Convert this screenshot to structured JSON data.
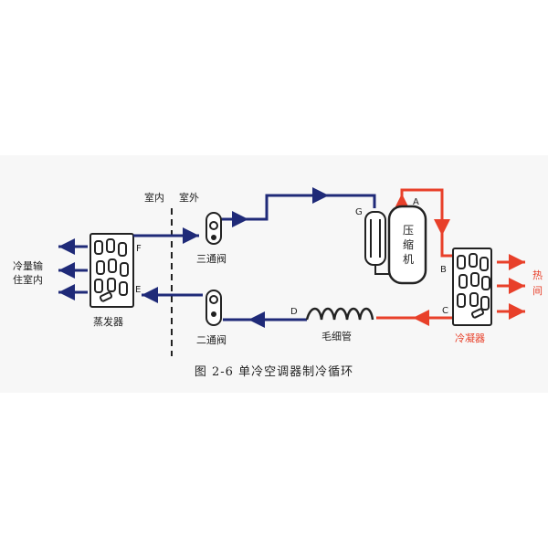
{
  "figure": {
    "caption": "图 2-6   单冷空调器制冷循环",
    "labels": {
      "indoor": "室内",
      "outdoor": "室外",
      "evaporator": "蒸发器",
      "condenser": "冷凝器",
      "compressor_1": "压",
      "compressor_2": "缩",
      "compressor_3": "机",
      "three_way_valve": "三通阀",
      "two_way_valve": "二通阀",
      "capillary": "毛细管",
      "cold_output_1": "冷量输",
      "cold_output_2": "住室内",
      "heat_1": "热",
      "heat_2": "间"
    },
    "points": {
      "A": "A",
      "B": "B",
      "C": "C",
      "D": "D",
      "E": "E",
      "F": "F",
      "G": "G"
    },
    "colors": {
      "low_side": "#1f2a78",
      "high_side": "#e8402a",
      "line": "#222222"
    }
  }
}
